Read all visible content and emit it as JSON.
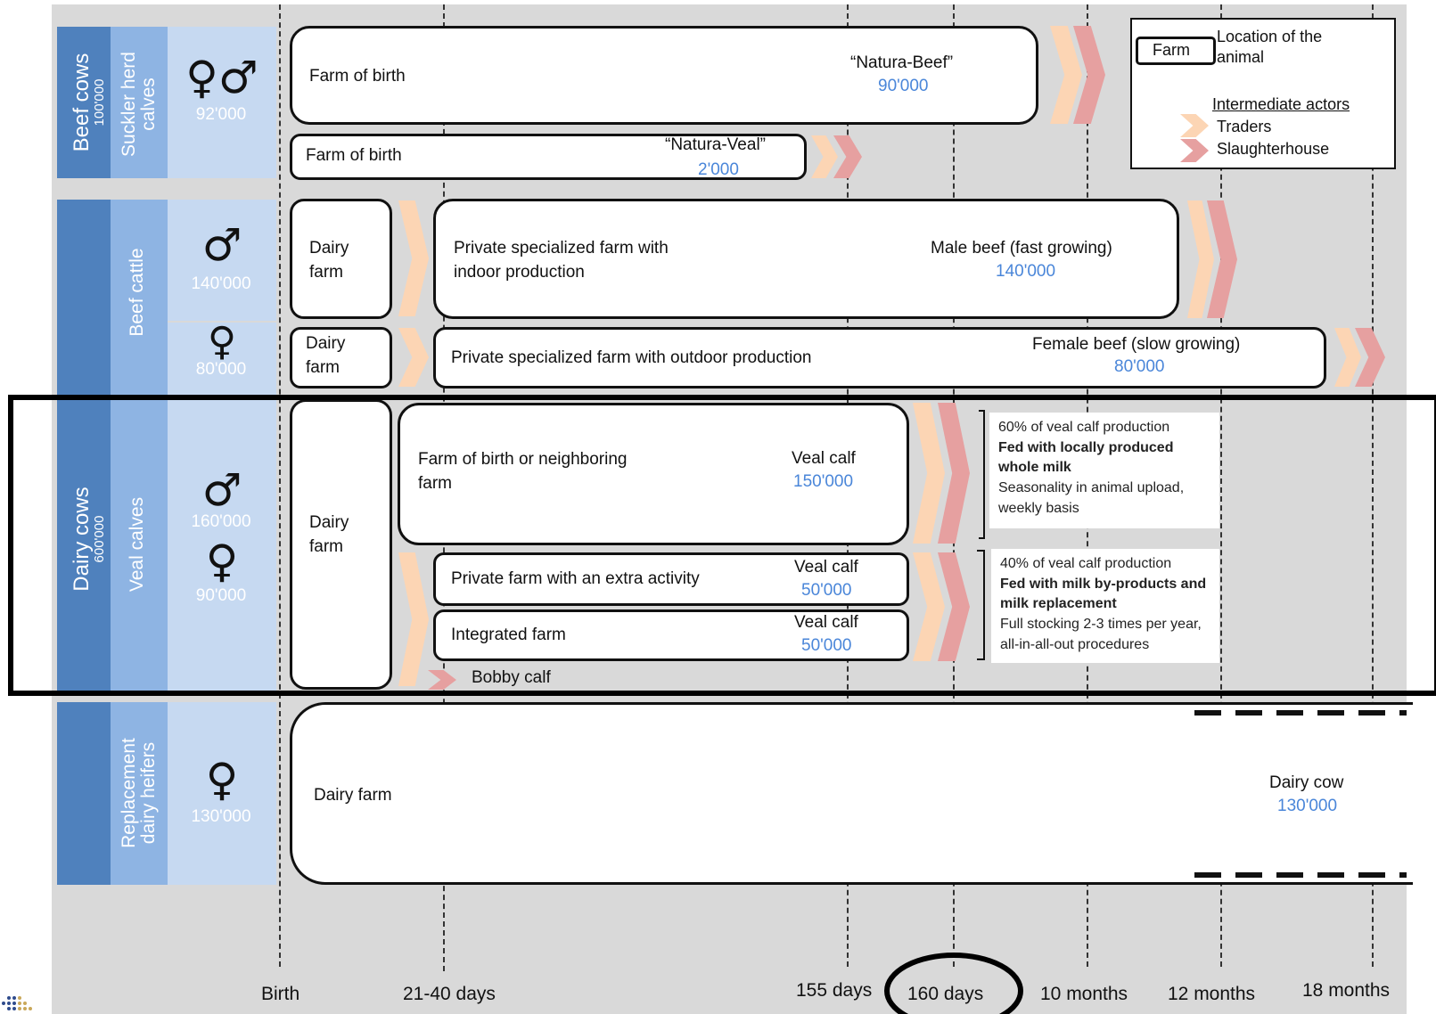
{
  "legend": {
    "farm_box": "Farm",
    "location": "Location of the animal",
    "intermediate": "Intermediate actors",
    "traders": "Traders",
    "slaughterhouse": "Slaughterhouse"
  },
  "groups": {
    "beef_cows": {
      "title": "Beef cows",
      "count": "100'000"
    },
    "dairy_cows": {
      "title": "Dairy cows",
      "count": "600'000"
    }
  },
  "subgroups": {
    "suckler": {
      "label": "Suckler herd calves",
      "symbols": "♀♂",
      "count": "92'000"
    },
    "beef_cattle": {
      "label": "Beef cattle",
      "male_count": "140'000",
      "female_count": "80'000"
    },
    "veal_calves": {
      "label": "Veal calves",
      "male_count": "160'000",
      "female_count": "90'000"
    },
    "replacement": {
      "label": "Replacement dairy heifers",
      "count": "130'000"
    }
  },
  "symbols": {
    "male": "♂",
    "female": "♀"
  },
  "rows": {
    "natura_beef": {
      "farm": "Farm of birth",
      "product": "“Natura-Beef”",
      "count": "90'000"
    },
    "natura_veal": {
      "farm": "Farm of birth",
      "product": "“Natura-Veal”",
      "count": "2'000"
    },
    "male_beef": {
      "origin": "Dairy farm",
      "farm": "Private specialized farm with indoor production",
      "product": "Male beef (fast growing)",
      "count": "140'000"
    },
    "female_beef": {
      "origin": "Dairy farm",
      "farm": "Private specialized farm with outdoor production",
      "product": "Female beef (slow growing)",
      "count": "80'000"
    },
    "veal_origin": "Dairy farm",
    "veal_birth": {
      "farm": "Farm of birth or neighboring farm",
      "product": "Veal calf",
      "count": "150'000"
    },
    "veal_extra": {
      "farm": "Private farm with an extra activity",
      "product": "Veal calf",
      "count": "50'000"
    },
    "veal_integrated": {
      "farm": "Integrated farm",
      "product": "Veal calf",
      "count": "50'000"
    },
    "bobby": "Bobby calf",
    "heifers": {
      "farm": "Dairy farm",
      "product": "Dairy cow",
      "count": "130'000"
    }
  },
  "notes": {
    "n60": {
      "line1": "60% of veal calf production",
      "bold": "Fed with locally produced whole milk",
      "rest": "Seasonality in animal upload, weekly basis"
    },
    "n40": {
      "line1": "40% of veal calf production",
      "bold": "Fed with milk by-products and milk replacement",
      "rest": "Full stocking 2-3 times per year, all-in-all-out procedures"
    }
  },
  "timeline": [
    "Birth",
    "21-40 days",
    "155 days",
    "160 days",
    "10 months",
    "12 months",
    "18 months"
  ],
  "colors": {
    "dark_blue": "#4f81bd",
    "mid_blue": "#8eb4e3",
    "light_blue": "#c6d9f1",
    "count_blue": "#4a86d9",
    "trader": "#fcd5b4",
    "slaughterhouse": "#e6a0a0",
    "background": "#d9d9d9"
  }
}
